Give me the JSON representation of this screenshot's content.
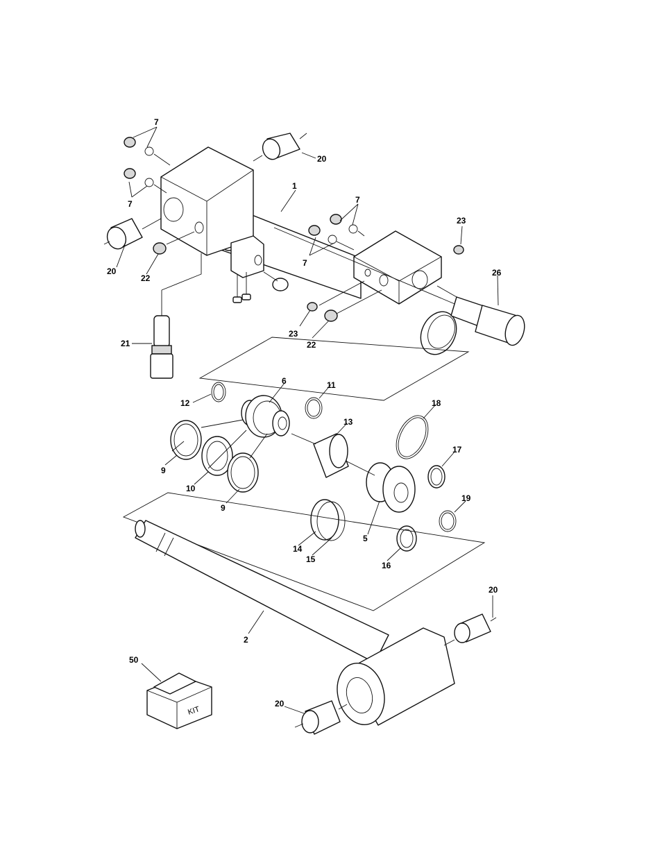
{
  "callouts": {
    "c7a": "7",
    "c7b": "7",
    "c7c": "7",
    "c7d": "7",
    "c20a": "20",
    "c20b": "20",
    "c20c": "20",
    "c20d": "20",
    "c1": "1",
    "c22a": "22",
    "c22b": "22",
    "c23a": "23",
    "c23b": "23",
    "c26": "26",
    "c21": "21",
    "c6": "6",
    "c11": "11",
    "c12": "12",
    "c13": "13",
    "c18": "18",
    "c17": "17",
    "c9a": "9",
    "c9b": "9",
    "c10": "10",
    "c19": "19",
    "c5": "5",
    "c14": "14",
    "c15": "15",
    "c16": "16",
    "c2": "2",
    "c50": "50"
  },
  "kit_label": "KIT"
}
